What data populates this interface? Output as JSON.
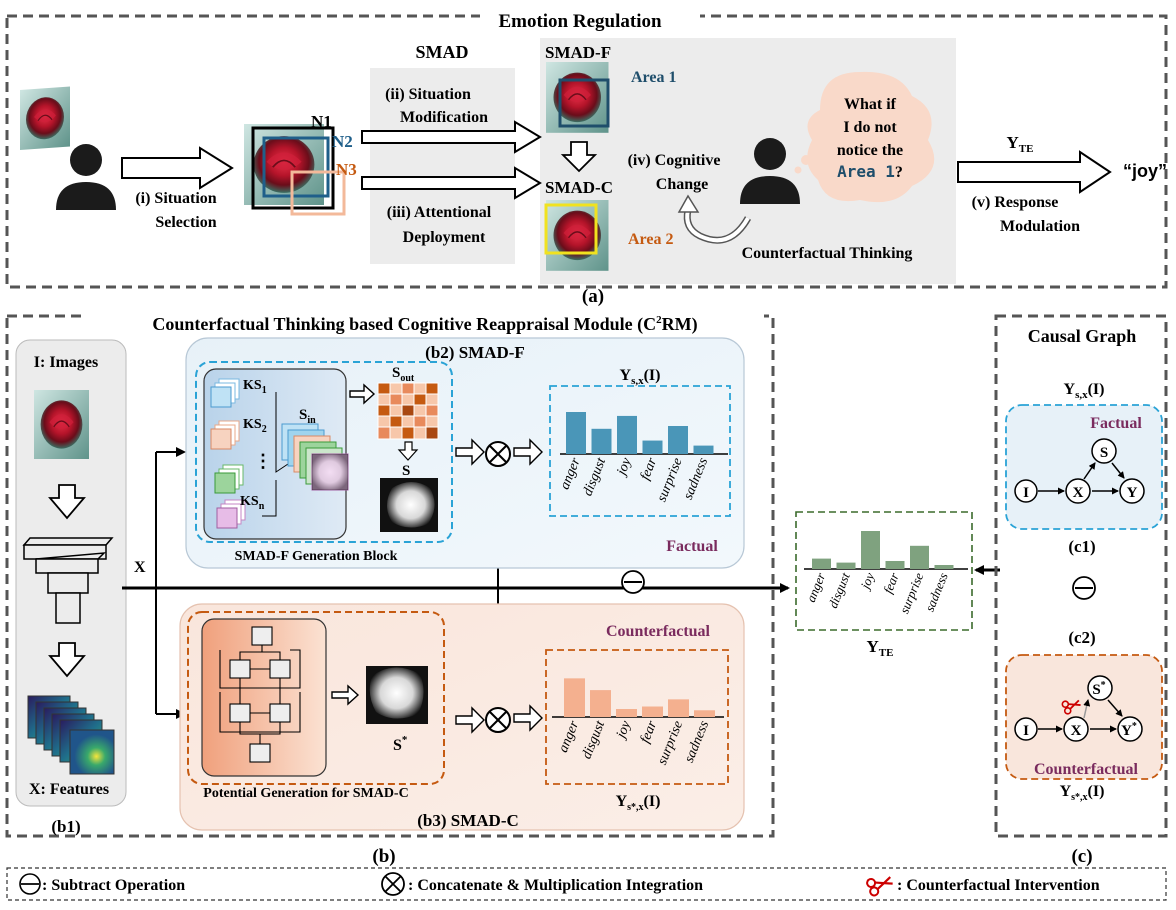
{
  "panel_a": {
    "title": "Emotion Regulation",
    "label": "(a)",
    "smad": "SMAD",
    "smad_f": "SMAD-F",
    "smad_c": "SMAD-C",
    "area1": "Area 1",
    "area2": "Area 2",
    "n1": "N1",
    "n2": "N2",
    "n3": "N3",
    "step1_l1": "(i) Situation",
    "step1_l2": "Selection",
    "step2_l1": "(ii) Situation",
    "step2_l2": "Modification",
    "step3_l1": "(iii) Attentional",
    "step3_l2": "Deployment",
    "step4_l1": "(iv) Cognitive",
    "step4_l2": "Change",
    "step5_l1": "(v) Response",
    "step5_l2": "Modulation",
    "thought_l1": "What if",
    "thought_l2": "I do not",
    "thought_l3": "notice the",
    "thought_l4a": "Area 1",
    "thought_l4b": "?",
    "counterfactual_thinking": "Counterfactual Thinking",
    "y_main": "Y",
    "y_sub": "TE",
    "output": "“joy”"
  },
  "panel_b": {
    "title": "Counterfactual Thinking based Cognitive Reappraisal Module (C",
    "title_sup": "2",
    "title_end": "RM)",
    "label": "(b)",
    "b1_images": "I: Images",
    "b1_features": "X: Features",
    "b1_label": "(b1)",
    "x": "X",
    "b2_title": "(b2) SMAD-F",
    "ks1": "KS",
    "ks1_sub": "1",
    "ks2": "KS",
    "ks2_sub": "2",
    "ksn": "KS",
    "ksn_sub": "n",
    "dots": "⋮",
    "s_in": "S",
    "s_in_sub": "in",
    "s_out": "S",
    "s_out_sub": "out",
    "s": "S",
    "gen_block": "SMAD-F Generation Block",
    "y_f_main": "Y",
    "y_f_sub": "s,x",
    "y_f_end": "(I)",
    "factual": "Factual",
    "counterfactual": "Counterfactual",
    "s_star": "S",
    "star": "*",
    "potential_gen": "Potential Generation for SMAD-C",
    "y_c_main": "Y",
    "y_c_sub": "s*,x",
    "y_c_end": "(I)",
    "b3_title": "(b3) SMAD-C",
    "y_te_main": "Y",
    "y_te_sub": "TE"
  },
  "panel_c": {
    "title": "Causal Graph",
    "y_f_main": "Y",
    "y_f_sub": "s,x",
    "y_f_end": "(I)",
    "factual": "Factual",
    "c1": "(c1)",
    "c2": "(c2)",
    "counterfactual": "Counterfactual",
    "y_c_main": "Y",
    "y_c_sub": "s*,x",
    "y_c_end": "(I)",
    "node_s": "S",
    "node_i": "I",
    "node_x": "X",
    "node_y": "Y",
    "star": "*",
    "label": "(c)"
  },
  "legend": {
    "subtract": ": Subtract Operation",
    "concat": ": Concatenate & Multiplication Integration",
    "intervention": ": Counterfactual Intervention"
  },
  "chart_data": [
    {
      "type": "bar",
      "name": "factual",
      "categories": [
        "anger",
        "disgust",
        "joy",
        "fear",
        "surprise",
        "sadness"
      ],
      "values": [
        0.75,
        0.45,
        0.68,
        0.24,
        0.5,
        0.15
      ],
      "color": "#4a96b8"
    },
    {
      "type": "bar",
      "name": "te",
      "categories": [
        "anger",
        "disgust",
        "joy",
        "fear",
        "surprise",
        "sadness"
      ],
      "values": [
        0.26,
        0.16,
        0.95,
        0.2,
        0.58,
        0.1
      ],
      "color": "#7fa27f"
    },
    {
      "type": "bar",
      "name": "counterfactual",
      "categories": [
        "anger",
        "disgust",
        "joy",
        "fear",
        "surprise",
        "sadness"
      ],
      "values": [
        0.92,
        0.64,
        0.19,
        0.25,
        0.42,
        0.16
      ],
      "color": "#f4b08f"
    }
  ],
  "colors": {
    "blue_dark": "#1f4e6b",
    "orange": "#c55a11",
    "purple": "#7a2b5e",
    "green_dashed": "#3b6b2c"
  }
}
